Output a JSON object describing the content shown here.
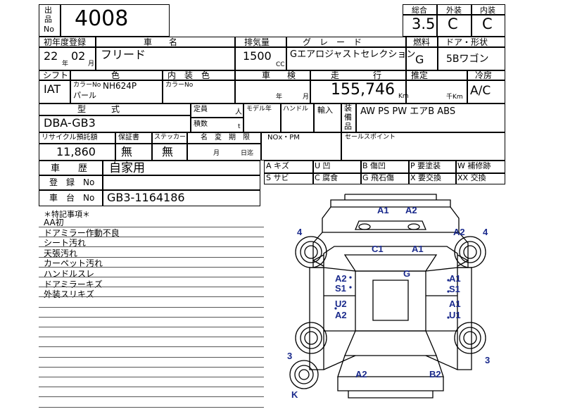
{
  "header": {
    "lot_label_1": "出",
    "lot_label_2": "品",
    "lot_label_3": "No",
    "lot_number": "4008",
    "score_overall_label": "総合",
    "score_exterior_label": "外装",
    "score_interior_label": "内装",
    "score_overall": "3.5",
    "score_exterior": "C",
    "score_interior": "C"
  },
  "row1": {
    "first_reg_label": "初年度登録",
    "model_name_label": "車　　名",
    "displacement_label": "排気量",
    "grade_label": "グ　レ　ー　ド",
    "fuel_label": "燃料",
    "door_label": "ドア・形状",
    "year": "22",
    "year_unit": "年",
    "month": "02",
    "month_unit": "月",
    "model_name": "フリード",
    "displacement": "1500",
    "displacement_unit": "CC",
    "grade": "Gエアロジャストセレクション",
    "fuel": "G",
    "door": "5Bワゴン"
  },
  "row2": {
    "shift_label": "シフト",
    "color_label": "色",
    "interior_color_label": "内　装　色",
    "inspection_label": "車　　検",
    "mileage_label": "走　　　　行",
    "estimate_label": "推定",
    "ac_label": "冷房",
    "shift": "IAT",
    "color_no_label": "カラーNo",
    "color_no": "NH624P",
    "color_name": "パール",
    "interior_color_no_label": "カラーNo",
    "insp_year_unit": "年",
    "insp_month_unit": "月",
    "mileage": "155,746",
    "mileage_unit": "Km",
    "est_unit": "千Km",
    "ac": "A/C"
  },
  "row3": {
    "type_label": "型　　　式",
    "capacity_label": "定員",
    "capacity_unit": "人",
    "load_label": "積数",
    "load_unit": "t",
    "model_year_label": "モデル年",
    "handle_label": "ハンドル",
    "import_label": "輸入",
    "equipment_label_1": "装",
    "equipment_label_2": "備",
    "equipment_label_3": "品",
    "type": "DBA-GB3",
    "equipment": "AW PS PW エアB ABS"
  },
  "row4": {
    "recycle_label": "リサイクル預託額",
    "warranty_label": "保証書",
    "sticker_label": "ステッカー",
    "name_change_label": "名　変　期　限",
    "nox_label": "NOx・PM",
    "sales_point_label": "セールスポイント",
    "recycle": "11,860",
    "warranty": "無",
    "sticker": "無",
    "name_change_month": "月",
    "name_change_day": "日迄"
  },
  "history": {
    "history_label": "車　　歴",
    "history": "自家用",
    "reg_no_label": "登　録　No",
    "chassis_label": "車　台　No",
    "chassis": "GB3-1164186"
  },
  "legend": [
    [
      "A キズ",
      "U 凹",
      "B 傷凹",
      "P 要塗装",
      "W 補修跡"
    ],
    [
      "S サビ",
      "C 腐食",
      "G 飛石傷",
      "X 要交換",
      "XX 交換"
    ]
  ],
  "notes": {
    "title": "＊特記事項＊",
    "items": [
      "AA初",
      "ドアミラー作動不良",
      "シート汚れ",
      "天張汚れ",
      "カーペット汚れ",
      "ハンドルスレ",
      "ドアミラーキズ",
      "外装スリキズ"
    ]
  },
  "diagram": {
    "front_top": "A1",
    "front_top_2": "A2",
    "tire_fl": "4",
    "tire_fr": "4",
    "hood_r": "A2",
    "roof_c1": "C1",
    "roof_a1": "A1",
    "glass_g": "G",
    "left_front_door_1": "A2",
    "left_front_door_2": "S1",
    "left_rear_door_1": "U2",
    "left_rear_door_2": "A2",
    "right_front_door_1": "A1",
    "right_front_door_2": "S1",
    "right_rear_door_1": "A1",
    "right_rear_door_2": "U1",
    "tire_rl": "3",
    "tire_rr": "3",
    "rear_a2": "A2",
    "rear_b2": "B2",
    "spare": "K"
  }
}
